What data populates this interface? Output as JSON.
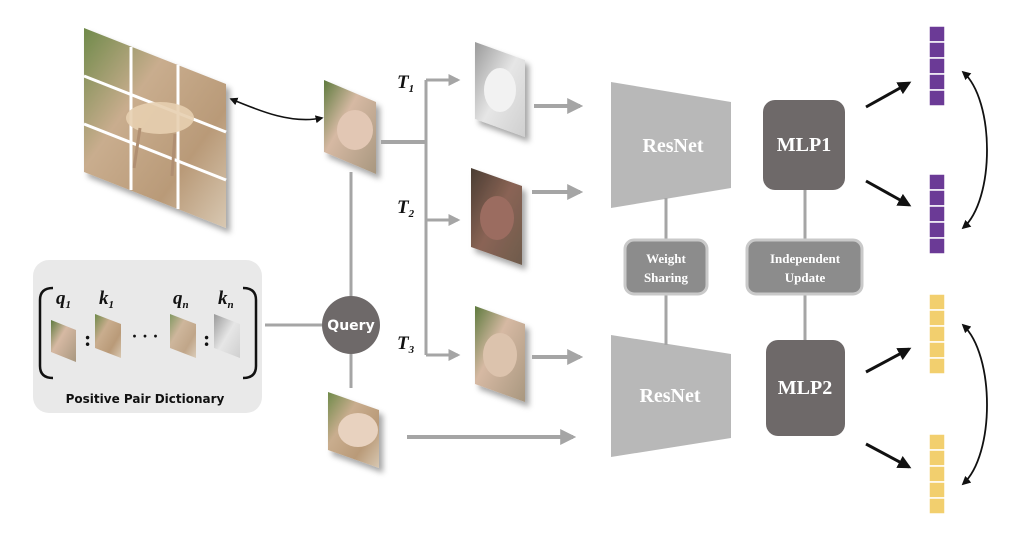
{
  "transforms": {
    "t1": {
      "base": "T",
      "sub": "1"
    },
    "t2": {
      "base": "T",
      "sub": "2"
    },
    "t3": {
      "base": "T",
      "sub": "3"
    }
  },
  "query_label": "Query",
  "dictionary": {
    "caption": "Positive Pair Dictionary",
    "q1": {
      "base": "q",
      "sub": "1"
    },
    "k1": {
      "base": "k",
      "sub": "1"
    },
    "qn": {
      "base": "q",
      "sub": "n"
    },
    "kn": {
      "base": "k",
      "sub": "n"
    },
    "separator": ":",
    "ellipsis": "· · ·"
  },
  "encoders": {
    "top": "ResNet",
    "bottom": "ResNet"
  },
  "heads": {
    "top": "MLP1",
    "bottom": "MLP2"
  },
  "weight_sharing": {
    "line1": "Weight",
    "line2": "Sharing"
  },
  "independent_update": {
    "line1": "Independent",
    "line2": "Update"
  },
  "colors": {
    "encoder_fill": "#b8b8b8",
    "mlp_fill": "#6e6969",
    "query_fill": "#6e6969",
    "tag_fill": "#8c8c8c",
    "arrow_gray": "#a5a5a5",
    "purple": "#6b3a96",
    "yellow": "#f2cf6e",
    "dict_bg": "#e9e9e9"
  }
}
